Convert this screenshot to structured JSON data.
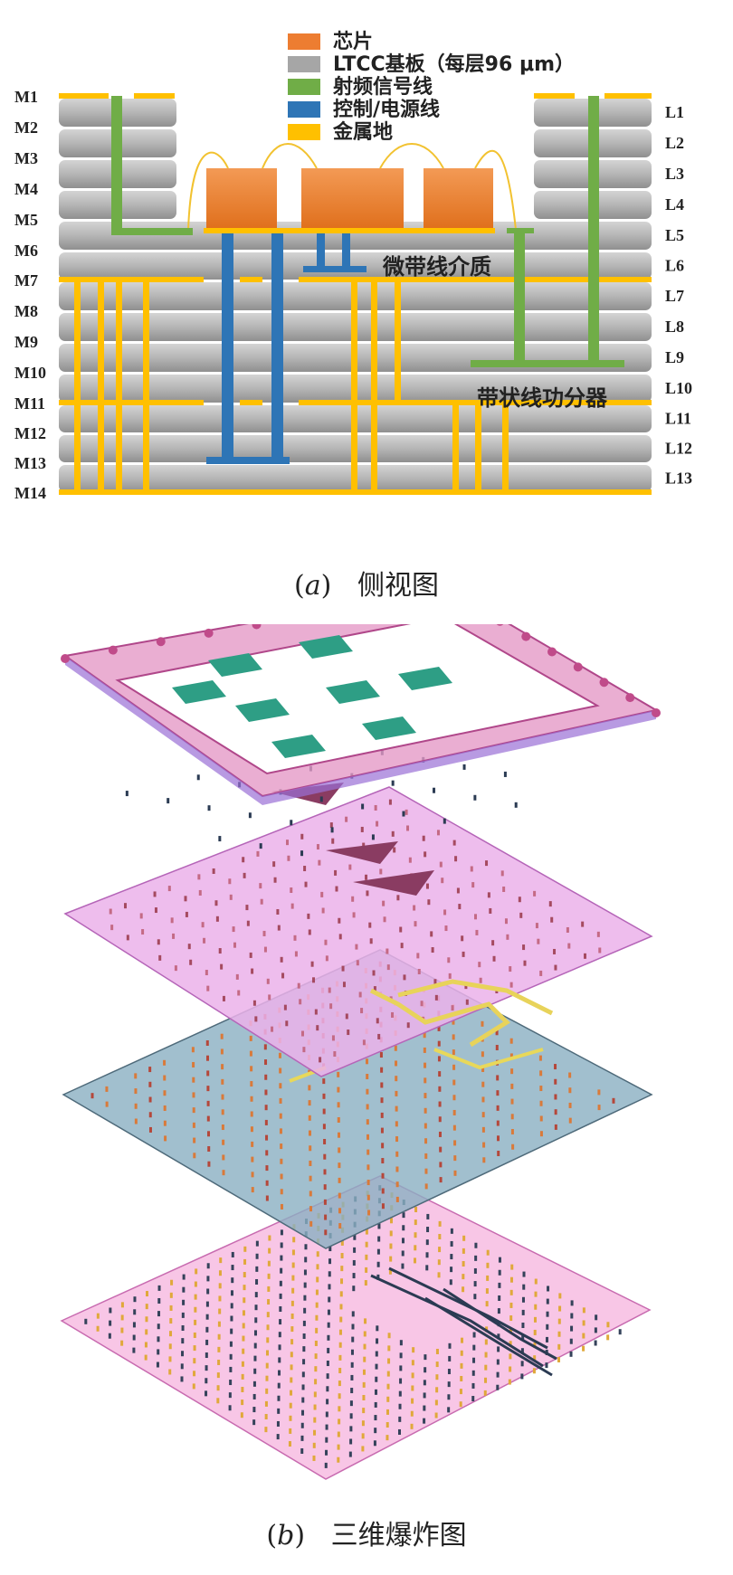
{
  "figure_a": {
    "legend": [
      {
        "label": "芯片",
        "color": "#ED7D31"
      },
      {
        "label": "LTCC基板（每层96 μm）",
        "color": "#A6A6A6"
      },
      {
        "label": "射频信号线",
        "color": "#70AD47"
      },
      {
        "label": "控制/电源线",
        "color": "#2E75B6"
      },
      {
        "label": "金属地",
        "color": "#FFC000"
      }
    ],
    "metal_labels": [
      "M1",
      "M2",
      "M3",
      "M4",
      "M5",
      "M6",
      "M7",
      "M8",
      "M9",
      "M10",
      "M11",
      "M12",
      "M13",
      "M14"
    ],
    "layer_labels": [
      "L1",
      "L2",
      "L3",
      "L4",
      "L5",
      "L6",
      "L7",
      "L8",
      "L9",
      "L10",
      "L11",
      "L12",
      "L13"
    ],
    "annotations": {
      "microstrip": "微带线介质",
      "stripline": "带状线功分器"
    },
    "caption_letter": "a",
    "caption_text": "侧视图"
  },
  "figure_b": {
    "caption_letter": "b",
    "caption_text": "三维爆炸图",
    "plane_colors": [
      "#E69ADB",
      "#E6A6E6",
      "#7FA8BC",
      "#F2A6D6"
    ]
  }
}
